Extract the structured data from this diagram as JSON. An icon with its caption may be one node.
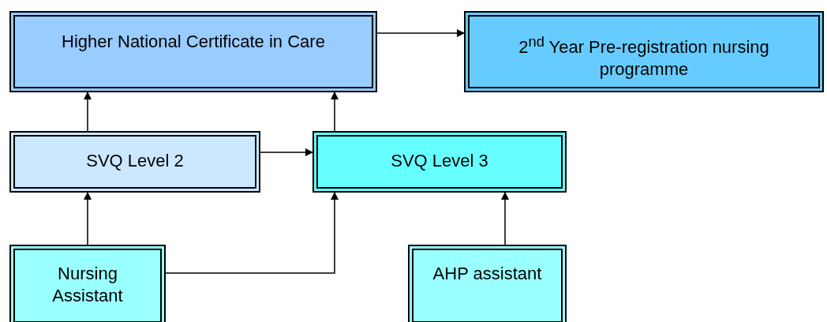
{
  "diagram": {
    "nodes": [
      {
        "text": [
          "Higher National Certificate in Care"
        ]
      },
      {
        "text": [
          "2$^{nd}$ Year Pre-registration nursing programme"
        ]
      },
      {
        "text": [
          "SVQ Level 2"
        ]
      },
      {
        "text": [
          "SVQ Level 3"
        ]
      },
      {
        "text": [
          "Nursing Assistant"
        ]
      },
      {
        "text": [
          "AHP assistant"
        ]
      }
    ],
    "edges": [
      {
        "from": 0,
        "to": 1,
        "arrow": "to"
      },
      {
        "from": 2,
        "to": 0,
        "arrow": "to"
      },
      {
        "from": 3,
        "to": 0,
        "arrow": "to"
      },
      {
        "from": 2,
        "to": 3,
        "arrow": "to"
      },
      {
        "from": 4,
        "to": 2,
        "arrow": "to"
      },
      {
        "from": 4,
        "to": 3,
        "arrow": "to"
      },
      {
        "from": 5,
        "to": 3,
        "arrow": "to"
      }
    ]
  }
}
